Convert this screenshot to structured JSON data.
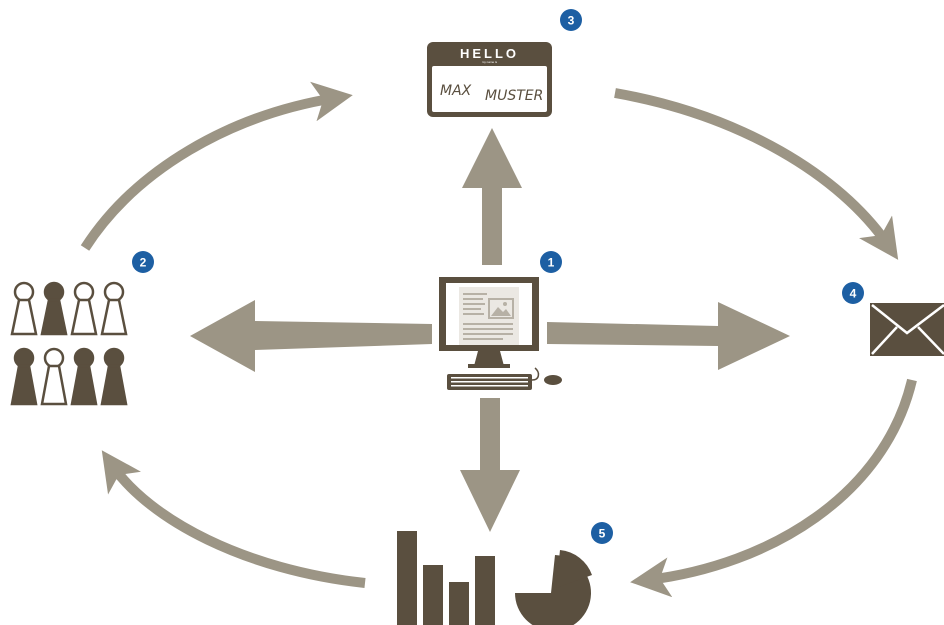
{
  "nodes": {
    "computer": {
      "step": "1"
    },
    "audience": {
      "step": "2"
    },
    "name_tag": {
      "step": "3",
      "hello": "HELLO",
      "subline": "my name is",
      "name_first": "MAX",
      "name_last": "MUSTER"
    },
    "email": {
      "step": "4"
    },
    "analytics": {
      "step": "5"
    }
  },
  "colors": {
    "arrow": "#9c9585",
    "icon_dark": "#5a4f3f",
    "badge": "#1d5fa3",
    "background": "#ffffff"
  }
}
